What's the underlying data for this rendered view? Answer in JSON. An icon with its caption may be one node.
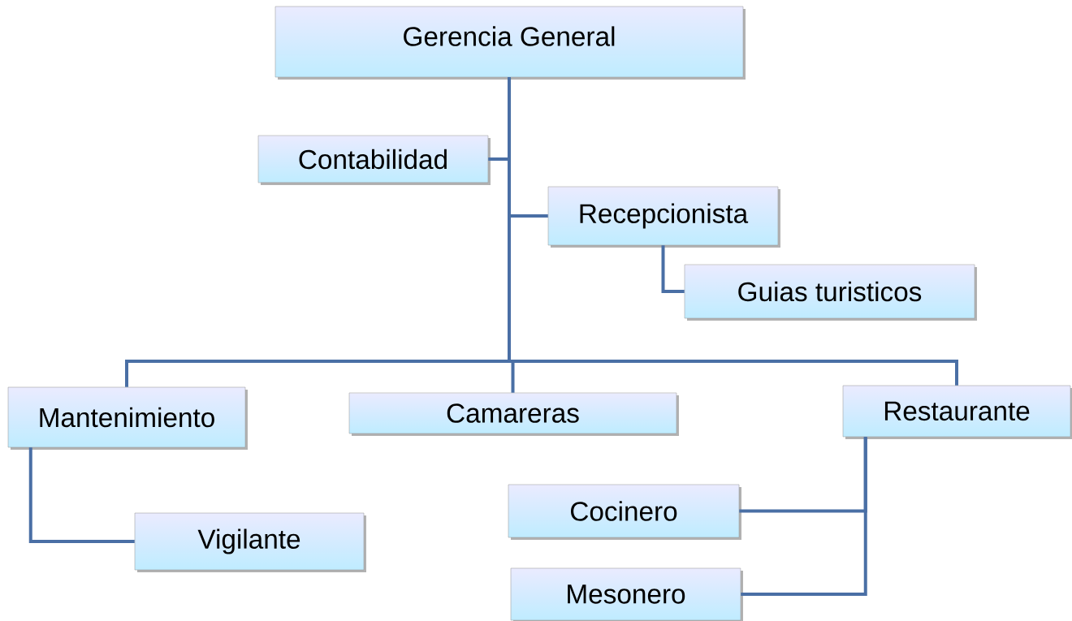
{
  "diagram": {
    "nodes": [
      {
        "text": [
          "Gerencia General"
        ]
      },
      {
        "text": [
          "Contabilidad"
        ]
      },
      {
        "text": [
          "Recepcionista"
        ]
      },
      {
        "text": [
          "Guias turisticos"
        ]
      },
      {
        "text": [
          "Mantenimiento"
        ]
      },
      {
        "text": [
          "Camareras"
        ]
      },
      {
        "text": [
          "Restaurante"
        ]
      },
      {
        "text": [
          "Vigilante"
        ]
      },
      {
        "text": [
          "Cocinero"
        ]
      },
      {
        "text": [
          "Mesonero"
        ]
      }
    ],
    "edges": [
      {
        "from": 0,
        "to": 1,
        "arrow": "none"
      },
      {
        "from": 0,
        "to": 2,
        "arrow": "none"
      },
      {
        "from": 2,
        "to": 3,
        "arrow": "none"
      },
      {
        "from": 0,
        "to": 4,
        "arrow": "none"
      },
      {
        "from": 0,
        "to": 5,
        "arrow": "none"
      },
      {
        "from": 0,
        "to": 6,
        "arrow": "none"
      },
      {
        "from": 4,
        "to": 7,
        "arrow": "none"
      },
      {
        "from": 6,
        "to": 8,
        "arrow": "none"
      },
      {
        "from": 6,
        "to": 9,
        "arrow": "none"
      }
    ]
  }
}
